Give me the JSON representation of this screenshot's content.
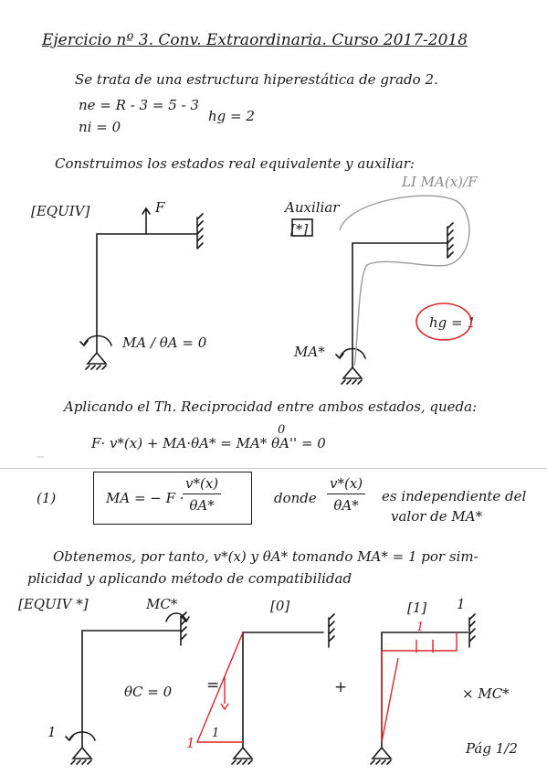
{
  "header": {
    "title": "Ejercicio nº 3. Conv. Extraordinaria. Curso 2017-2018"
  },
  "intro": {
    "line1": "Se trata de una estructura hiperestática de grado 2.",
    "ne": "ne = R - 3 = 5 - 3",
    "ni": "ni = 0",
    "hg": "hg = 2",
    "line2": "Construimos los estados real equivalente y auxiliar:"
  },
  "diagram1": {
    "label": "[EQUIV]",
    "force": "F",
    "moment": "MA / θA = 0"
  },
  "diagram2": {
    "label": "Auxiliar",
    "box": "[*]",
    "li": "LI MA(x)/F",
    "hg1": "hg = 1",
    "moment": "MA*"
  },
  "reciprocity": {
    "line": "Aplicando el Th. Reciprocidad entre ambos estados, queda:",
    "eq": "F· v*(x) + MA·θA* = MA* θA'' = 0",
    "zero_mark": "0"
  },
  "result": {
    "num_label": "(1)",
    "lhs": "MA = − F ·",
    "frac_num": "v*(x)",
    "frac_den": "θA*",
    "donde": "donde",
    "d_num": "v*(x)",
    "d_den": "θA*",
    "note1": "es independiente del",
    "note2": "valor de MA*"
  },
  "obtain": {
    "line1": "Obtenemos, por tanto, v*(x) y θA* tomando MA* = 1 por sim-",
    "line2": "plicidad y aplicando método de compatibilidad"
  },
  "bottom": {
    "equiv_label": "[EQUIV *]",
    "mc": "MC*",
    "theta": "θC = 0",
    "one_left": "1",
    "eq_sign": "=",
    "label0": "[0]",
    "red_one": "1",
    "one_small": "1",
    "plus": "+",
    "label1": "[1]",
    "one_top": "1",
    "red_one_top": "1",
    "times_mc": "× MC*",
    "page": "Pág 1/2"
  }
}
